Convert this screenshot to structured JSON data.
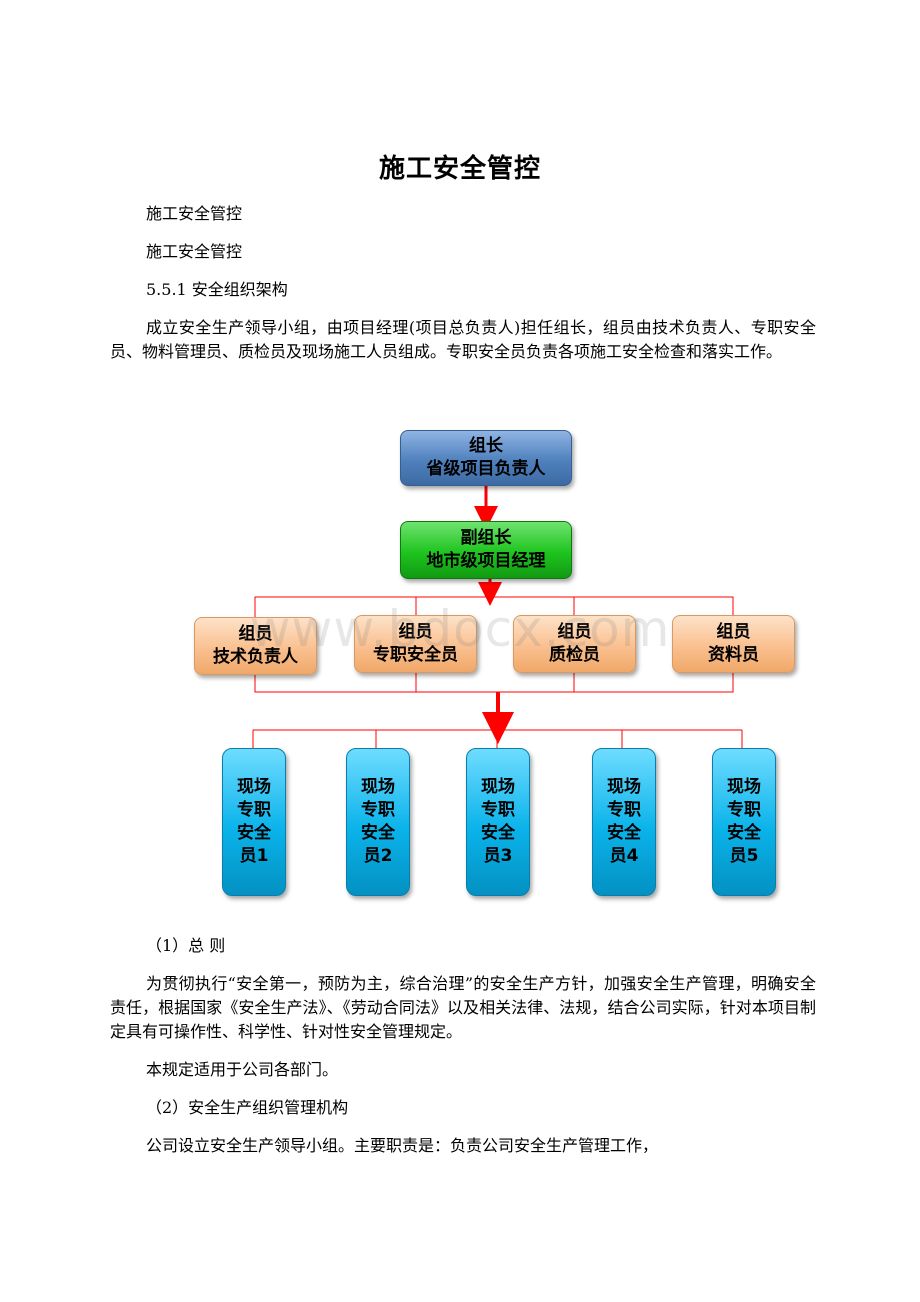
{
  "document": {
    "title": "施工安全管控",
    "paragraphs": [
      "施工安全管控",
      "施工安全管控",
      "5.5.1 安全组织架构",
      "成立安全生产领导小组，由项目经理(项目总负责人)担任组长，组员由技术负责人、专职安全员、物料管理员、质检员及现场施工人员组成。专职安全员负责各项施工安全检查和落实工作。"
    ],
    "after_paragraphs": [
      "（1）总 则",
      "为贯彻执行“安全第一，预防为主，综合治理”的安全生产方针，加强安全生产管理，明确安全责任，根据国家《安全生产法》、《劳动合同法》以及相关法律、法规，结合公司实际，针对本项目制定具有可操作性、科学性、针对性安全管理规定。",
      "本规定适用于公司各部门。",
      "（2）安全生产组织管理机构",
      "公司设立安全生产领导小组。主要职责是：负责公司安全生产管理工作，"
    ]
  },
  "org_chart": {
    "leader": {
      "line1": "组长",
      "line2": "省级项目负责人"
    },
    "deputy": {
      "line1": "副组长",
      "line2": "地市级项目经理"
    },
    "members": [
      {
        "line1": "组员",
        "line2": "技术负责人"
      },
      {
        "line1": "组员",
        "line2": "专职安全员"
      },
      {
        "line1": "组员",
        "line2": "质检员"
      },
      {
        "line1": "组员",
        "line2": "资料员"
      }
    ],
    "site_staff": [
      {
        "lines": [
          "现场",
          "专职",
          "安全",
          "员1"
        ]
      },
      {
        "lines": [
          "现场",
          "专职",
          "安全",
          "员2"
        ]
      },
      {
        "lines": [
          "现场",
          "专职",
          "安全",
          "员3"
        ]
      },
      {
        "lines": [
          "现场",
          "专职",
          "安全",
          "员4"
        ]
      },
      {
        "lines": [
          "现场",
          "专职",
          "安全",
          "员5"
        ]
      }
    ],
    "colors": {
      "connector": "#ff0000",
      "leader": "#4f81bd",
      "deputy": "#1ec41e",
      "member": "#fac090",
      "site": "#0ab3ea"
    }
  },
  "watermark": "www.bdocx.com"
}
